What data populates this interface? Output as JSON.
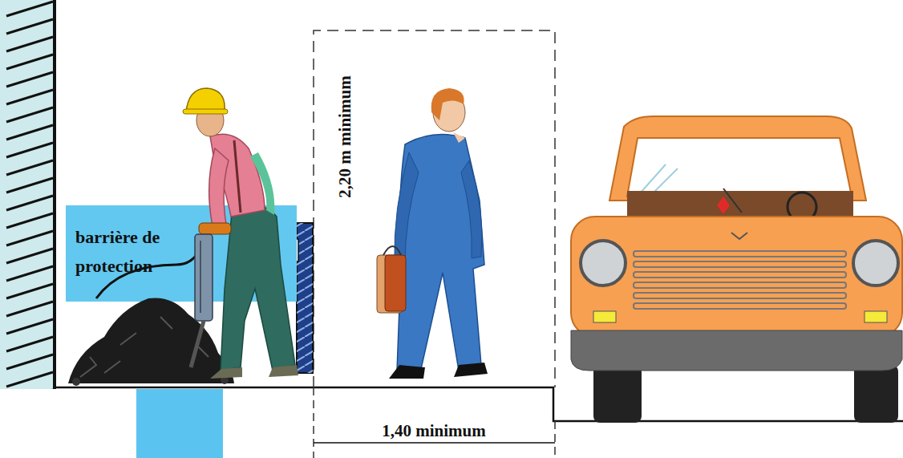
{
  "diagram": {
    "nodes": [
      {
        "text": [
          "barrière de protection"
        ]
      }
    ],
    "labels": [
      "2,20 m minimum",
      "1,40 minimum"
    ]
  }
}
